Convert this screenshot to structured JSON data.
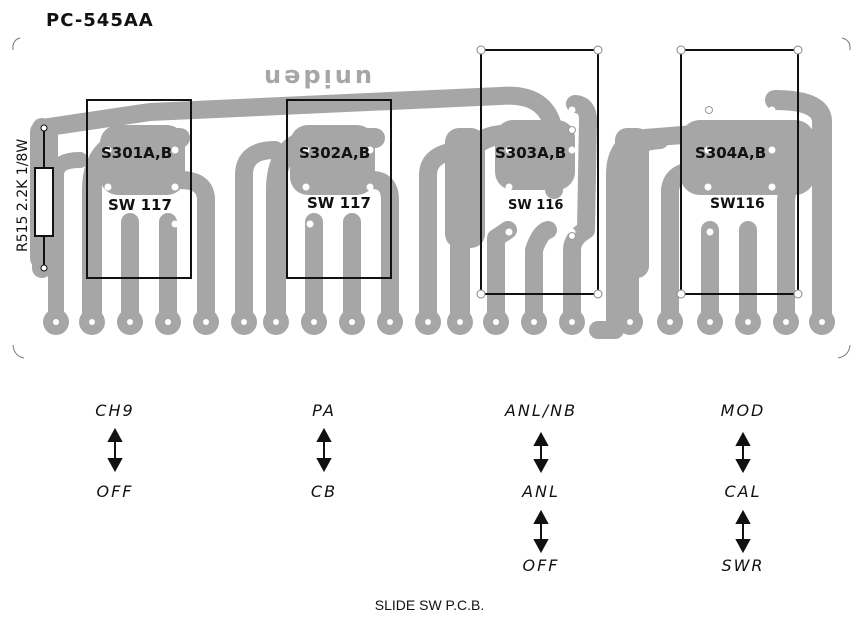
{
  "board_id": "PC-545AA",
  "brand": "uniden",
  "resistor_label": "R515 2.2K 1/8W",
  "switches": [
    {
      "ref": "S301A,B",
      "type": "SW 117"
    },
    {
      "ref": "S302A,B",
      "type": "SW 117"
    },
    {
      "ref": "S303A,B",
      "type": "SW 116"
    },
    {
      "ref": "S304A,B",
      "type": "SW116"
    }
  ],
  "functions": [
    {
      "labels": [
        "CH9",
        "OFF"
      ]
    },
    {
      "labels": [
        "PA",
        "CB"
      ]
    },
    {
      "labels": [
        "ANL/NB",
        "ANL",
        "OFF"
      ]
    },
    {
      "labels": [
        "MOD",
        "CAL",
        "SWR"
      ]
    }
  ],
  "caption": "SLIDE SW P.C.B.",
  "colors": {
    "copper": "#a6a6a6",
    "ink": "#111111",
    "paper": "#ffffff"
  }
}
